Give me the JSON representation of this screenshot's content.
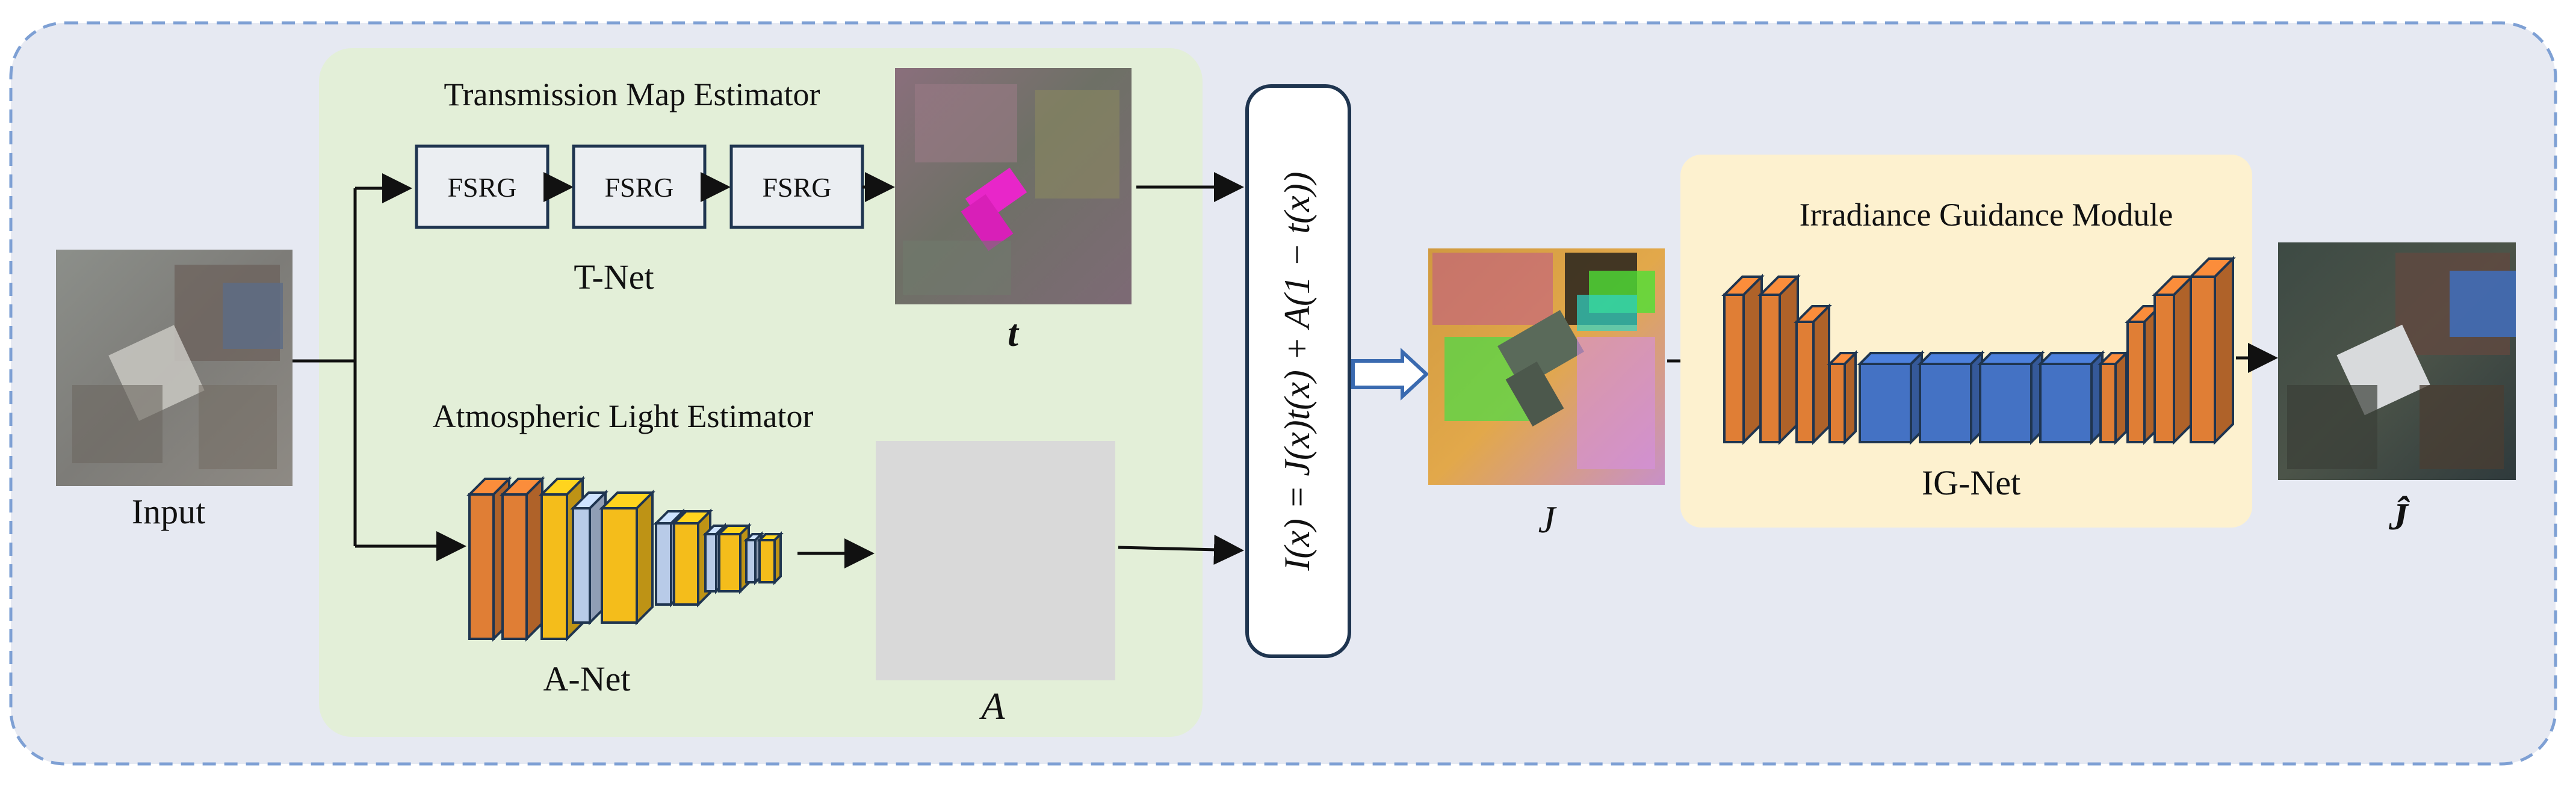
{
  "input": {
    "label": "Input"
  },
  "tnet": {
    "title": "Transmission Map Estimator",
    "blocks": [
      "FSRG",
      "FSRG",
      "FSRG"
    ],
    "name": "T-Net",
    "output_symbol": "t"
  },
  "anet": {
    "title": "Atmospheric Light Estimator",
    "name": "A-Net",
    "output_symbol": "A"
  },
  "equation": {
    "text": "I(x) = J(x)t(x) + A(1 − t(x))"
  },
  "intermediate": {
    "symbol": "J"
  },
  "ignet": {
    "title": "Irradiance Guidance Module",
    "name": "IG-Net"
  },
  "output": {
    "symbol": "Ĵ"
  },
  "colors": {
    "frame_fill": "#e6e9f2",
    "frame_border": "#7ea0d4",
    "green_panel": "#e3efd8",
    "yellow_panel": "#fdf1cf",
    "orange_block": "#e07e35",
    "yellow_block": "#f4bd1b",
    "lightblue_block": "#b8cbe8",
    "blue_block": "#4472c4",
    "box_border": "#1f3550"
  }
}
